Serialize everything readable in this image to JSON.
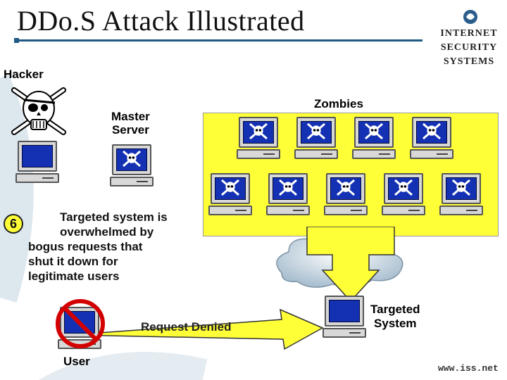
{
  "slide": {
    "title": "DDo.S Attack Illustrated",
    "hacker_label": "Hacker",
    "master_label": "Master Server",
    "master_line1": "Master",
    "master_line2": "Server",
    "zombies_label": "Zombies",
    "step_number": "6",
    "step_text_line1": "Targeted system is",
    "step_text_line2": "overwhelmed by",
    "step_text_line3": "bogus requests that",
    "step_text_line4": "shut it down for",
    "step_text_line5": "legitimate users",
    "request_denied": "Request Denied",
    "targeted_line1": "Targeted",
    "targeted_line2": "System",
    "user_label": "User",
    "website": "www.iss.net"
  },
  "logo": {
    "line1": "INTERNET",
    "line2": "SECURITY",
    "line3": "SYSTEMS"
  },
  "colors": {
    "zombie_zone": "#ffff38",
    "arrow_fill": "#ffff38",
    "screen_blue": "#1431b4",
    "title_rule": "#1f5a86",
    "deny_red": "#d40000"
  },
  "icons": [
    "skull-crossbones-icon",
    "computer-icon",
    "cloud-icon",
    "no-entry-icon",
    "globe-icon"
  ]
}
